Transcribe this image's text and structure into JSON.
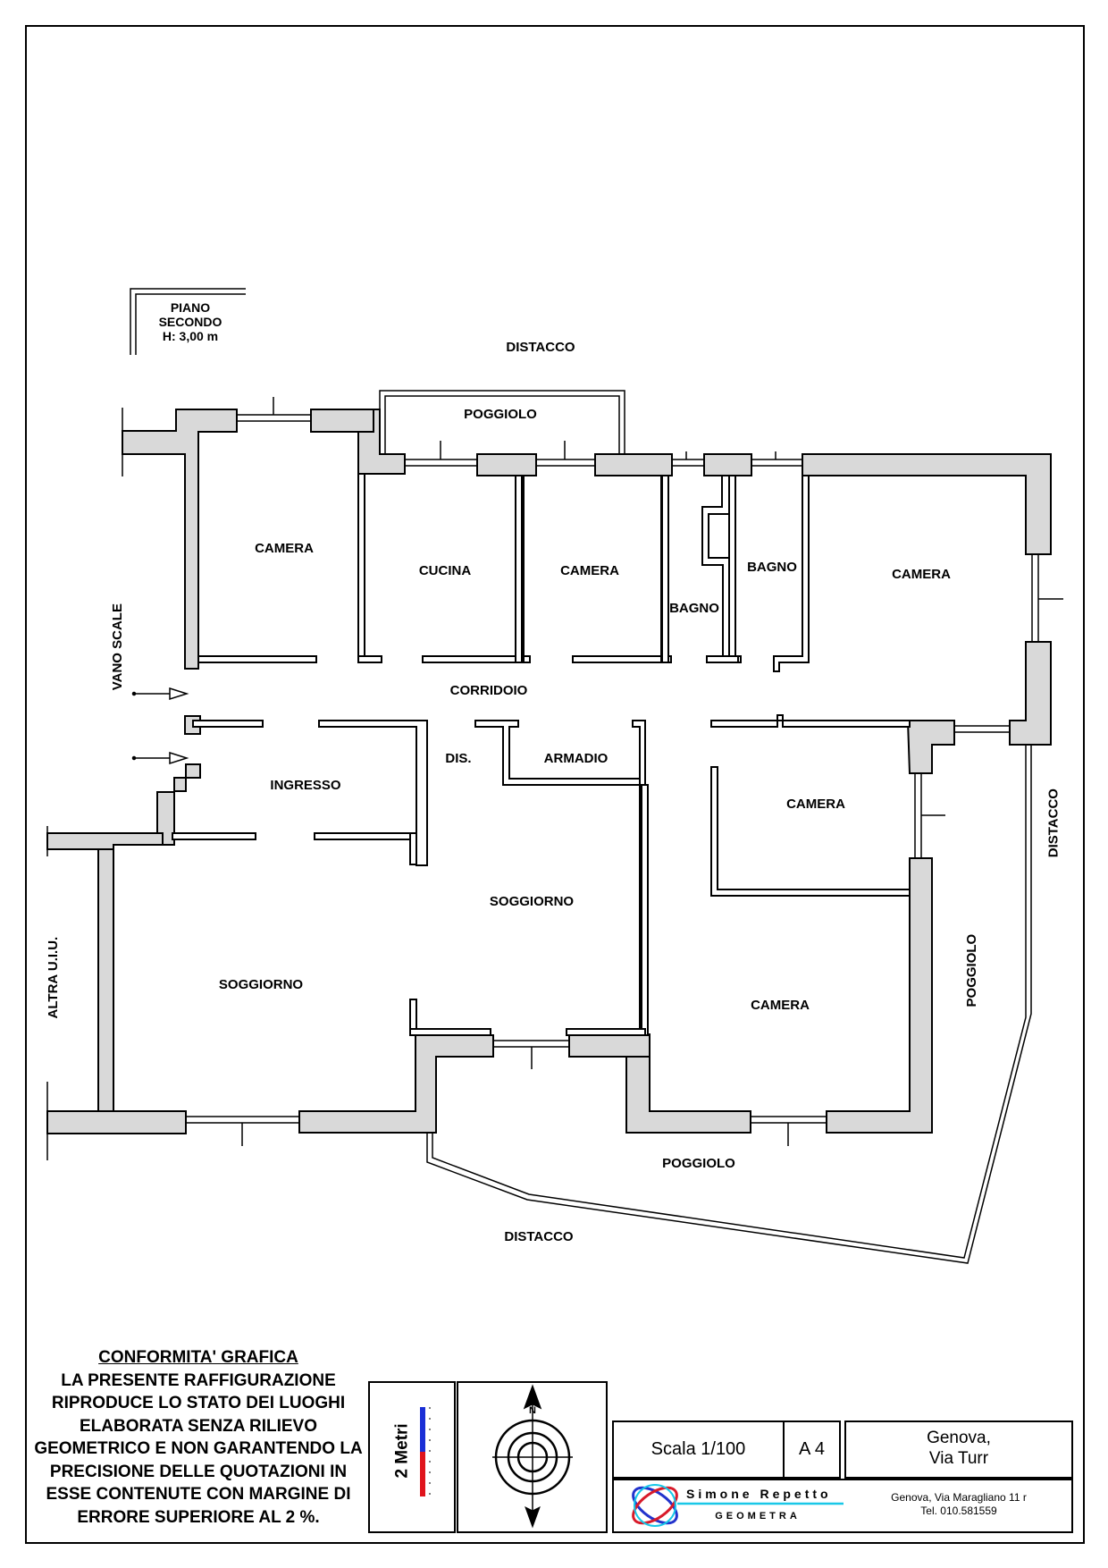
{
  "plan": {
    "floor": "PIANO\nSECONDO\nH: 3,00 m",
    "rooms": {
      "distacco_top": "DISTACCO",
      "poggiolo_top": "POGGIOLO",
      "camera_1": "CAMERA",
      "cucina": "CUCINA",
      "camera_2": "CAMERA",
      "bagno_1": "BAGNO",
      "bagno_2": "BAGNO",
      "camera_3": "CAMERA",
      "vano_scale": "VANO SCALE",
      "corridoio": "CORRIDOIO",
      "dis": "DIS.",
      "armadio": "ARMADIO",
      "ingresso": "INGRESSO",
      "camera_4": "CAMERA",
      "distacco_right": "DISTACCO",
      "soggiorno_1": "SOGGIORNO",
      "soggiorno_2": "SOGGIORNO",
      "altra_uiu": "ALTRA U.I.U.",
      "camera_5": "CAMERA",
      "poggiolo_right": "POGGIOLO",
      "poggiolo_bottom": "POGGIOLO",
      "distacco_bottom": "DISTACCO"
    }
  },
  "titleblock": {
    "note_title": "CONFORMITA' GRAFICA",
    "note_body": "LA PRESENTE RAFFIGURAZIONE\nRIPRODUCE LO STATO DEI LUOGHI\nELABORATA SENZA RILIEVO\nGEOMETRICO E NON GARANTENDO LA\nPRECISIONE DELLE QUOTAZIONI IN\nESSE CONTENUTE CON MARGINE DI\nERRORE SUPERIORE AL 2 %.",
    "scale_bar_label": "2 Metri",
    "compass_n": "N",
    "scala": "Scala 1/100",
    "format": "A 4",
    "location": "Genova,\nVia Turr",
    "firm_name": "Simone Repetto",
    "firm_role": "GEOMETRA",
    "firm_address": "Genova, Via Maragliano 11 r\nTel. 010.581559"
  },
  "colors": {
    "wall_fill": "#d9d9d9",
    "stroke": "#000000",
    "scale_blue": "#1a2fd6",
    "scale_red": "#e0141c",
    "logo_cyan": "#19c8e8",
    "logo_blue": "#2233cc",
    "logo_red": "#d81b2a"
  }
}
